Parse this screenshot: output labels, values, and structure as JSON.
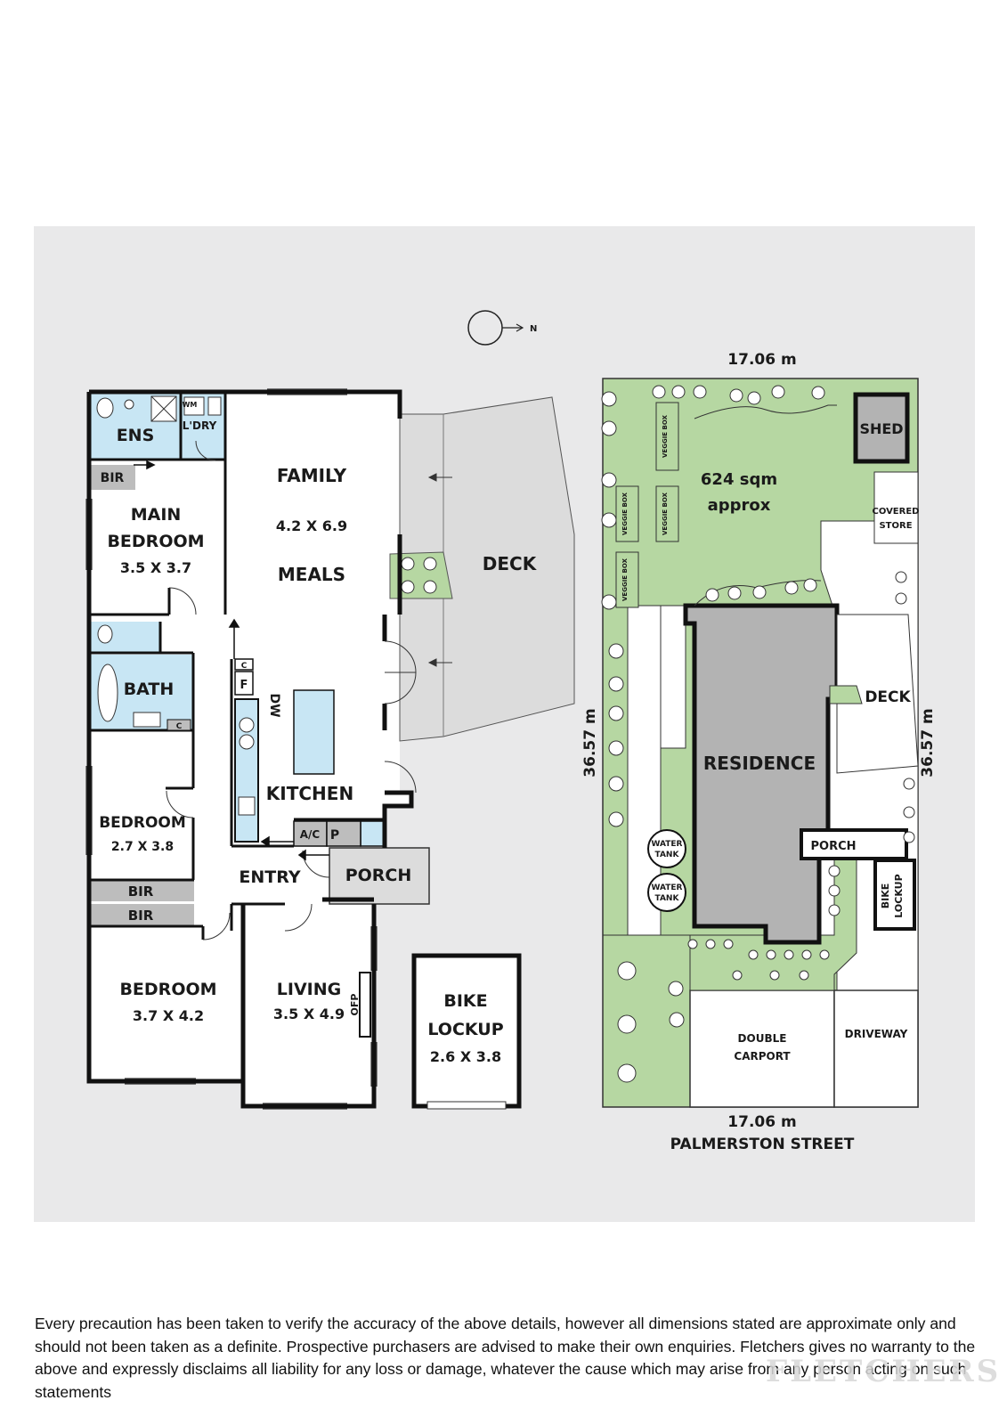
{
  "colors": {
    "background_panel": "#e9e9ea",
    "wet_areas": "#c8e6f4",
    "outdoor": "#dcdcdc",
    "garden": "#b6d7a2",
    "residence": "#b3b3b3",
    "storage": "#bdbdbd",
    "walls": "#111111"
  },
  "compass": {
    "north_label": "N",
    "icon": "compass-north-arrow-icon"
  },
  "floor_plan": {
    "rooms": {
      "ens": "ENS",
      "wm": "WM",
      "laundry": "L'DRY",
      "bir": "BIR",
      "main_bedroom_l1": "MAIN",
      "main_bedroom_l2": "BEDROOM",
      "main_bedroom_size": "3.5 X 3.7",
      "family": "FAMILY",
      "family_size": "4.2 X 6.9",
      "meals": "MEALS",
      "deck": "DECK",
      "bath": "BATH",
      "c": "C",
      "f": "F",
      "dw": "DW",
      "kitchen": "KITCHEN",
      "ac": "A/C",
      "p": "P",
      "bedroom2": "BEDROOM",
      "bedroom2_size": "2.7 X 3.8",
      "entry": "ENTRY",
      "porch": "PORCH",
      "bir2": "BIR",
      "bir3": "BIR",
      "bedroom3": "BEDROOM",
      "bedroom3_size": "3.7 X 4.2",
      "living": "LIVING",
      "living_size": "3.5 X 4.9",
      "ofp": "OFP",
      "bike_l1": "BIKE",
      "bike_l2": "LOCKUP",
      "bike_size": "2.6 X 3.8"
    }
  },
  "site_plan": {
    "width_top": "17.06 m",
    "width_bottom": "17.06 m",
    "depth_left": "36.57 m",
    "depth_right": "36.57 m",
    "area_l1": "624 sqm",
    "area_l2": "approx",
    "street": "PALMERSTON STREET",
    "labels": {
      "shed": "SHED",
      "covered_store_l1": "COVERED",
      "covered_store_l2": "STORE",
      "veggie_box": "VEGGIE BOX",
      "residence": "RESIDENCE",
      "deck": "DECK",
      "porch": "PORCH",
      "water": "WATER",
      "tank": "TANK",
      "bike": "BIKE",
      "lockup": "LOCKUP",
      "double": "DOUBLE",
      "carport": "CARPORT",
      "driveway": "DRIVEWAY"
    }
  },
  "disclaimer": "Every precaution has been taken to verify the accuracy of the above details, however all dimensions stated are approximate only and should not been taken as a definite. Prospective purchasers are advised to make their own enquiries. Fletchers gives no warranty to the above and expressly disclaims all liability for any loss or damage, whatever the cause which may arise from any person acting on such statements",
  "brand": "FLETCHERS"
}
